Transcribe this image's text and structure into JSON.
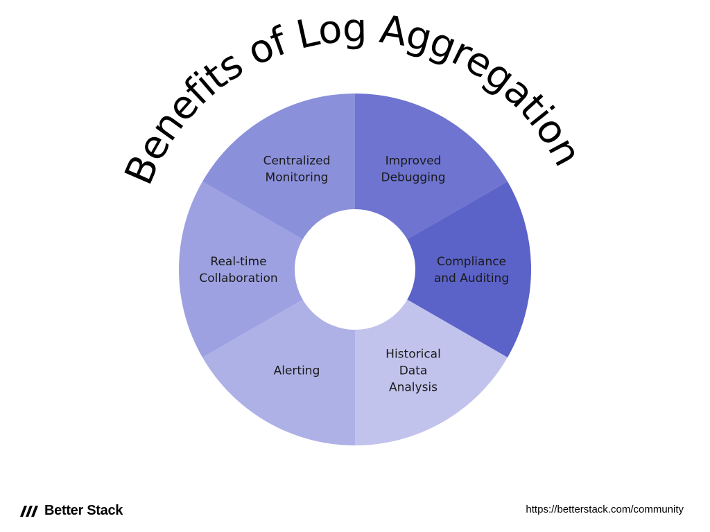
{
  "title": "Benefits of Log Aggregation",
  "segments": [
    {
      "lines": [
        "Improved",
        "Debugging"
      ],
      "color": "#6e74d0"
    },
    {
      "lines": [
        "Compliance",
        "and Auditing"
      ],
      "color": "#5b62c8"
    },
    {
      "lines": [
        "Historical",
        "Data",
        "Analysis"
      ],
      "color": "#c1c3ec"
    },
    {
      "lines": [
        "Alerting"
      ],
      "color": "#aeb1e6"
    },
    {
      "lines": [
        "Real-time",
        "Collaboration"
      ],
      "color": "#9da1e1"
    },
    {
      "lines": [
        "Centralized",
        "Monitoring"
      ],
      "color": "#8b90db"
    }
  ],
  "footer": {
    "brand": "Better Stack",
    "url": "https://betterstack.com/community"
  },
  "icons": {
    "logo": "better-stack-logo-icon"
  }
}
